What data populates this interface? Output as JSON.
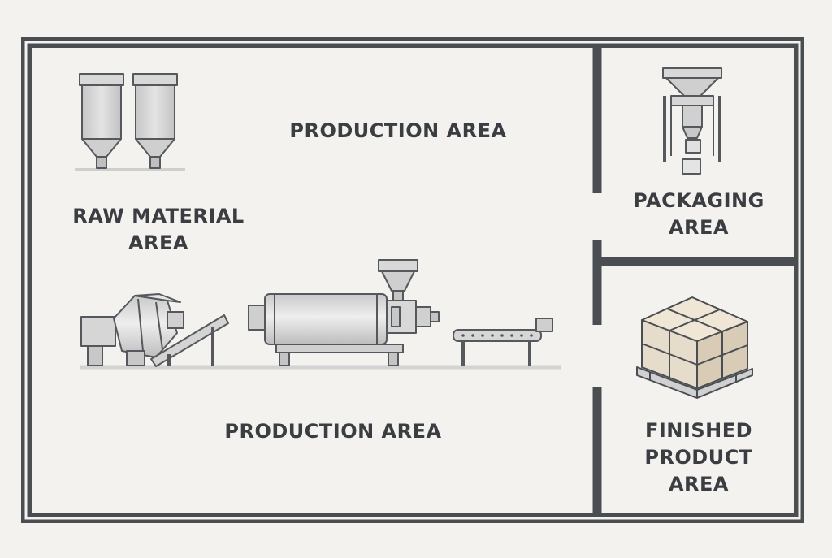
{
  "labels": {
    "production_top": "PRODUCTION AREA",
    "raw_material": [
      "RAW MATERIAL",
      "AREA"
    ],
    "production_bottom": "PRODUCTION AREA",
    "packaging": [
      "PACKAGING",
      "AREA"
    ],
    "finished": [
      "FINISHED",
      "PRODUCT",
      "AREA"
    ]
  },
  "colors": {
    "background": "#f4f2ee",
    "wall": "#4a4d52",
    "machine_fill": "#d9d9d9",
    "machine_stroke": "#55585c",
    "box_fill": "#e6dccb",
    "text": "#3a3d42"
  },
  "icons": [
    "silo-icon",
    "mixer-icon",
    "incline-conveyor-icon",
    "extruder-icon",
    "flat-conveyor-icon",
    "packaging-machine-icon",
    "pallet-boxes-icon"
  ]
}
